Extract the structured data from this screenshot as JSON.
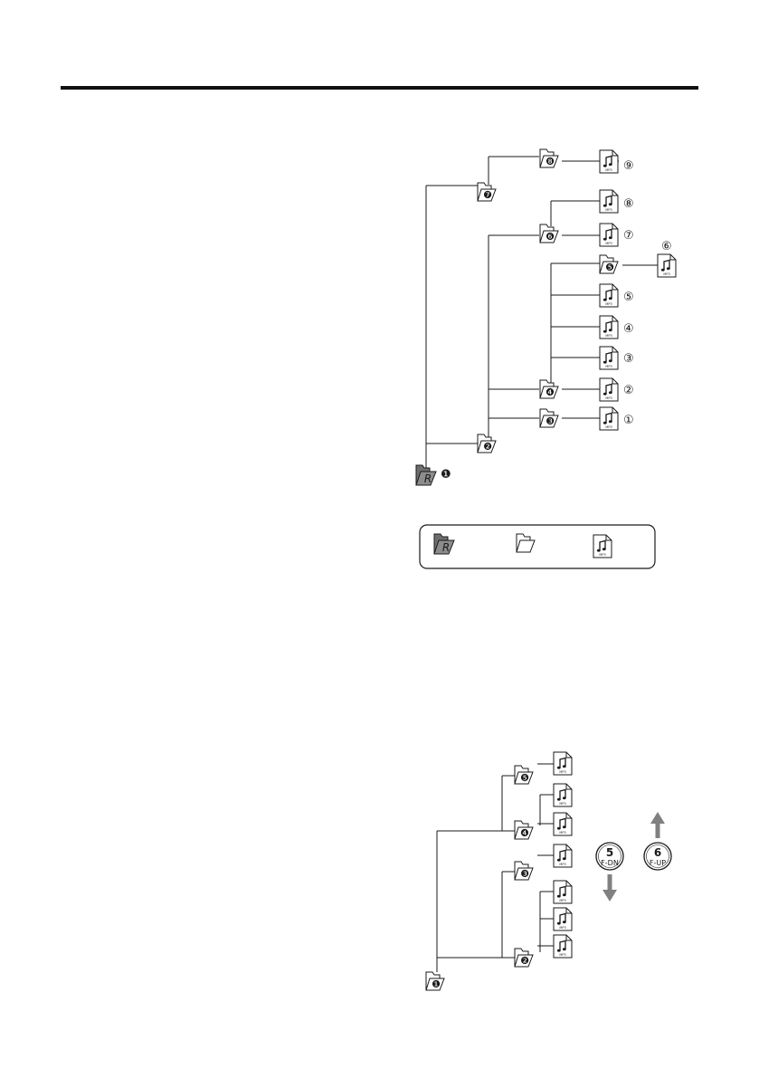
{
  "diagram1": {
    "root": {
      "label": "R",
      "marker": "❶"
    },
    "folders": [
      {
        "id": "2",
        "marker": "❷"
      },
      {
        "id": "3",
        "marker": "❸"
      },
      {
        "id": "4",
        "marker": "❹"
      },
      {
        "id": "5",
        "marker": "❺"
      },
      {
        "id": "6",
        "marker": "❻"
      },
      {
        "id": "7",
        "marker": "❼"
      },
      {
        "id": "8",
        "marker": "❽"
      }
    ],
    "files": [
      {
        "id": "1",
        "marker": "①",
        "label": "MP3"
      },
      {
        "id": "2",
        "marker": "②",
        "label": "MP3"
      },
      {
        "id": "3",
        "marker": "③",
        "label": "MP3"
      },
      {
        "id": "4",
        "marker": "④",
        "label": "MP3"
      },
      {
        "id": "5",
        "marker": "⑤",
        "label": "MP3"
      },
      {
        "id": "6",
        "marker": "⑥",
        "label": "MP3"
      },
      {
        "id": "7",
        "marker": "⑦",
        "label": "MP3"
      },
      {
        "id": "8",
        "marker": "⑧",
        "label": "MP3"
      },
      {
        "id": "9",
        "marker": "⑨",
        "label": "MP3"
      }
    ]
  },
  "legend": {
    "root_label": "R",
    "file_label": "MP3"
  },
  "diagram2": {
    "folders": [
      {
        "id": "1",
        "marker": "❶"
      },
      {
        "id": "2",
        "marker": "❷"
      },
      {
        "id": "3",
        "marker": "❸"
      },
      {
        "id": "4",
        "marker": "❹"
      },
      {
        "id": "5",
        "marker": "❺"
      }
    ],
    "file_label": "MP3",
    "buttons": [
      {
        "number": "5",
        "label": "F-DN"
      },
      {
        "number": "6",
        "label": "F-UP"
      }
    ]
  },
  "colors": {
    "line": "#1a1a1a",
    "root_fill": "#808080",
    "arrow": "#808080"
  }
}
